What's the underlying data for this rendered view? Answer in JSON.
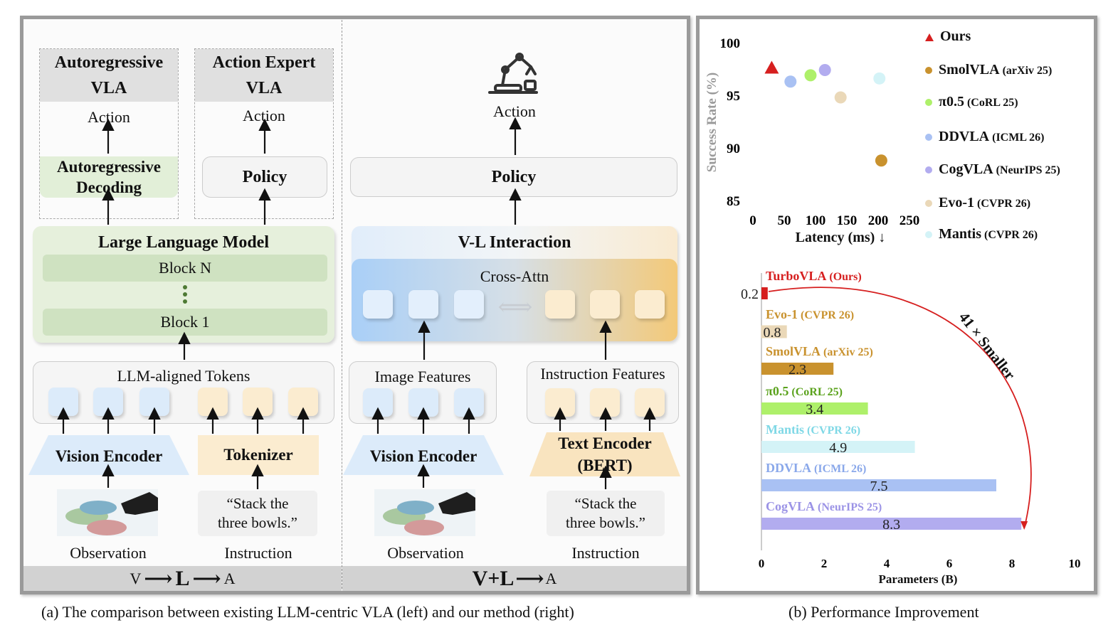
{
  "left_panel": {
    "autoregressive_vla": {
      "title_line1": "Autoregressive",
      "title_line2": "VLA",
      "action": "Action",
      "decoding_line1": "Autoregressive",
      "decoding_line2": "Decoding"
    },
    "action_expert_vla": {
      "title_line1": "Action Expert",
      "title_line2": "VLA",
      "action": "Action",
      "policy": "Policy"
    },
    "llm": {
      "title": "Large Language Model",
      "block_n": "Block N",
      "block_1": "Block 1"
    },
    "tokens_title": "LLM-aligned Tokens",
    "vision_encoder": "Vision Encoder",
    "tokenizer": "Tokenizer",
    "instruction_text_line1": "“Stack the",
    "instruction_text_line2": "three bowls.”",
    "observation": "Observation",
    "instruction": "Instruction",
    "footer_v": "V",
    "footer_l": "L",
    "footer_a": "A"
  },
  "right_panel": {
    "action": "Action",
    "policy": "Policy",
    "vl_interaction": "V-L Interaction",
    "cross_attn": "Cross-Attn",
    "image_features": "Image Features",
    "instruction_features": "Instruction Features",
    "vision_encoder": "Vision Encoder",
    "text_encoder_line1": "Text Encoder",
    "text_encoder_line2": "(BERT)",
    "instruction_text_line1": "“Stack the",
    "instruction_text_line2": "three bowls.”",
    "observation": "Observation",
    "instruction": "Instruction",
    "footer_vl": "V+L",
    "footer_a": "A"
  },
  "caption_a": "(a) The comparison between existing LLM-centric VLA (left) and our method (right)",
  "caption_b": "(b) Performance Improvement",
  "scatter": {
    "ylabel": "Success Rate (%)",
    "xlabel": "Latency (ms) ↓",
    "yticks": [
      "100",
      "95",
      "90",
      "85"
    ],
    "xticks": [
      "0",
      "50",
      "100",
      "150",
      "200",
      "250"
    ],
    "legend": [
      {
        "name": "Ours",
        "venue": "",
        "color": "#d61f1f",
        "marker": "triangle"
      },
      {
        "name": "SmolVLA",
        "venue": "(arXiv 25)",
        "color": "#c9922e",
        "marker": "circle"
      },
      {
        "name": "π0.5",
        "venue": "(CoRL 25)",
        "color": "#aef06a",
        "marker": "circle"
      },
      {
        "name": "DDVLA",
        "venue": "(ICML 26)",
        "color": "#a9c1f3",
        "marker": "circle"
      },
      {
        "name": "CogVLA",
        "venue": "(NeurIPS 25)",
        "color": "#b2acef",
        "marker": "circle"
      },
      {
        "name": "Evo-1",
        "venue": "(CVPR 26)",
        "color": "#ead8b8",
        "marker": "circle"
      },
      {
        "name": "Mantis",
        "venue": "(CVPR 26)",
        "color": "#d4f3f7",
        "marker": "circle"
      }
    ]
  },
  "chart_data": [
    {
      "type": "scatter",
      "xlabel": "Latency (ms) ↓",
      "ylabel": "Success Rate (%)",
      "xlim": [
        0,
        250
      ],
      "ylim": [
        85,
        100
      ],
      "series": [
        {
          "name": "Ours",
          "x": [
            30
          ],
          "y": [
            97.6
          ]
        },
        {
          "name": "SmolVLA",
          "x": [
            205
          ],
          "y": [
            88.8
          ]
        },
        {
          "name": "π0.5",
          "x": [
            92
          ],
          "y": [
            96.9
          ]
        },
        {
          "name": "DDVLA",
          "x": [
            60
          ],
          "y": [
            96.3
          ]
        },
        {
          "name": "CogVLA",
          "x": [
            115
          ],
          "y": [
            97.4
          ]
        },
        {
          "name": "Evo-1",
          "x": [
            140
          ],
          "y": [
            94.8
          ]
        },
        {
          "name": "Mantis",
          "x": [
            202
          ],
          "y": [
            96.6
          ]
        }
      ]
    },
    {
      "type": "bar",
      "xlabel": "Parameters (B)",
      "xlim": [
        0,
        10
      ],
      "xticks": [
        "0",
        "2",
        "4",
        "6",
        "8",
        "10"
      ],
      "categories": [
        "TurboVLA (Ours)",
        "Evo-1 (CVPR 26)",
        "SmolVLA (arXiv 25)",
        "π0.5 (CoRL 25)",
        "Mantis (CVPR 26)",
        "DDVLA (ICML 26)",
        "CogVLA (NeurIPS 25)"
      ],
      "values": [
        0.2,
        0.8,
        2.3,
        3.4,
        4.9,
        7.5,
        8.3
      ],
      "value_labels": [
        "0.2",
        "0.8",
        "2.3",
        "3.4",
        "4.9",
        "7.5",
        "8.3"
      ],
      "annotation": "41 × Smaller"
    }
  ],
  "bars": [
    {
      "name": "TurboVLA",
      "venue": "(Ours)",
      "value_label": "0.2",
      "color": "#d61f1f",
      "text_color": "#d61f1f"
    },
    {
      "name": "Evo-1",
      "venue": "(CVPR 26)",
      "value_label": "0.8",
      "color": "#ead8b8",
      "text_color": "#c9922e"
    },
    {
      "name": "SmolVLA",
      "venue": "(arXiv 25)",
      "value_label": "2.3",
      "color": "#c9922e",
      "text_color": "#c9922e"
    },
    {
      "name": "π0.5",
      "venue": "(CoRL 25)",
      "value_label": "3.4",
      "color": "#aef06a",
      "text_color": "#5aa21c"
    },
    {
      "name": "Mantis",
      "venue": "(CVPR 26)",
      "value_label": "4.9",
      "color": "#d4f3f7",
      "text_color": "#7fd8e6"
    },
    {
      "name": "DDVLA",
      "venue": "(ICML 26)",
      "value_label": "7.5",
      "color": "#a9c1f3",
      "text_color": "#8aa8ea"
    },
    {
      "name": "CogVLA",
      "venue": "(NeurIPS 25)",
      "value_label": "8.3",
      "color": "#b2acef",
      "text_color": "#9b93e6"
    }
  ],
  "bar_xlabel": "Parameters (B)",
  "annotation": "41 × Smaller"
}
